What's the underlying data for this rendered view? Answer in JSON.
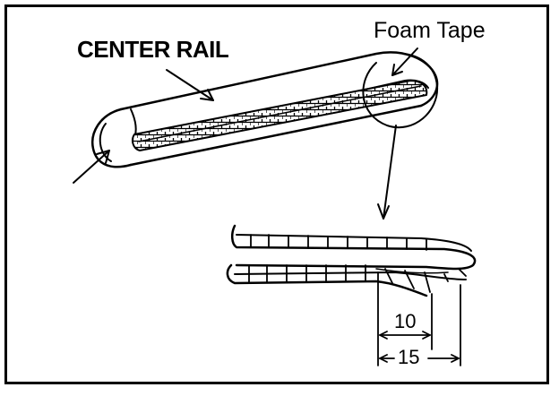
{
  "diagram": {
    "labels": {
      "center_rail": "CENTER RAIL",
      "foam_tape": "Foam Tape"
    },
    "dimensions": {
      "inner": "10",
      "outer": "15"
    },
    "colors": {
      "line": "#000000",
      "background": "#ffffff"
    }
  }
}
